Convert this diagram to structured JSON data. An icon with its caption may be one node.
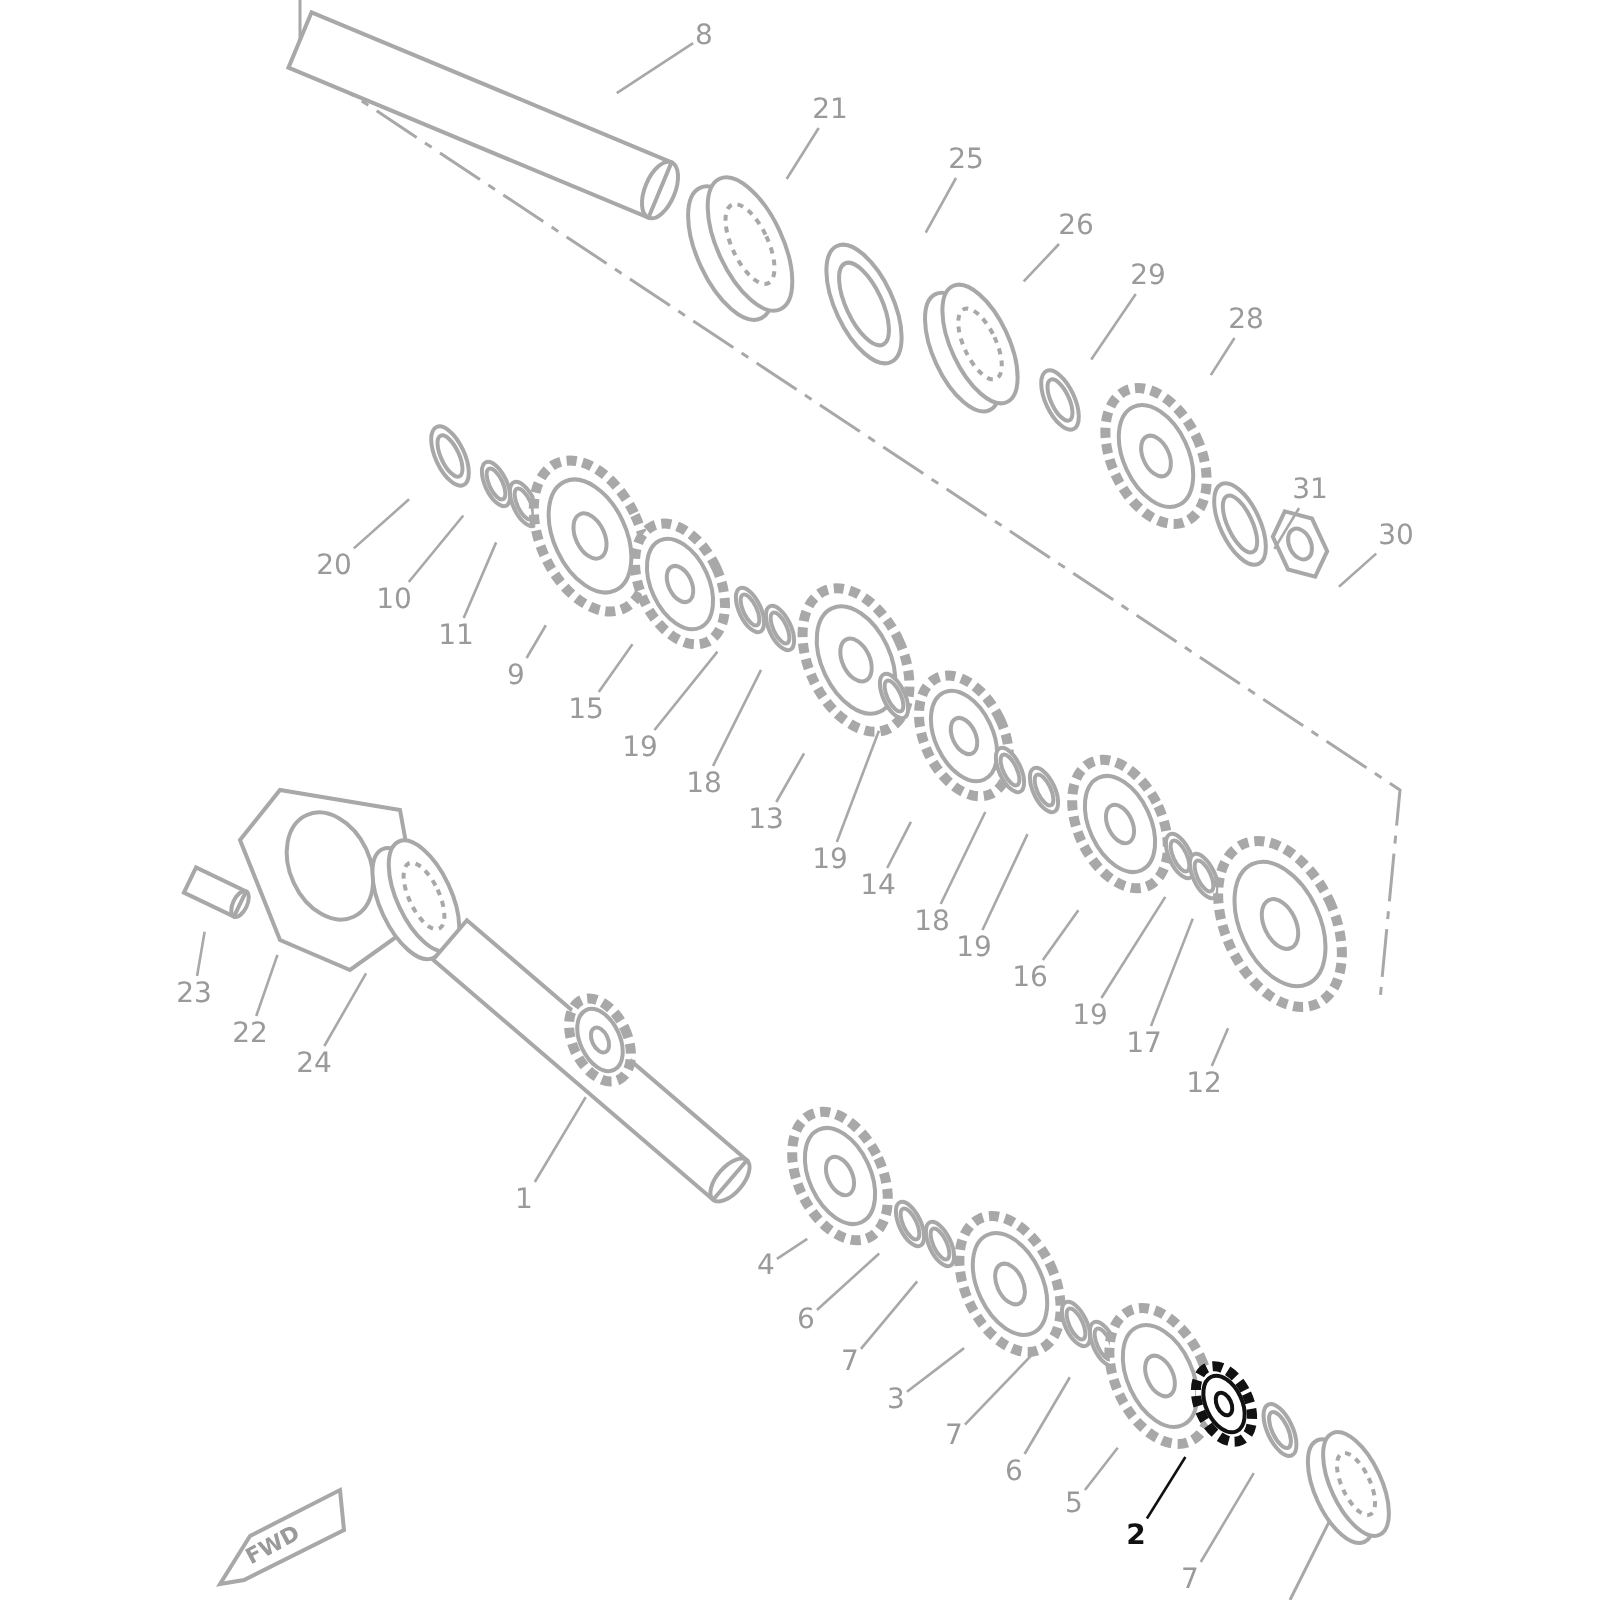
{
  "diagram": {
    "nodes": [
      {
        "text": [
          "8"
        ]
      },
      {
        "text": [
          "21"
        ]
      },
      {
        "text": [
          "25"
        ]
      },
      {
        "text": [
          "26"
        ]
      },
      {
        "text": [
          "29"
        ]
      },
      {
        "text": [
          "28"
        ]
      },
      {
        "text": [
          "31"
        ]
      },
      {
        "text": [
          "30"
        ]
      },
      {
        "text": [
          "20"
        ]
      },
      {
        "text": [
          "10"
        ]
      },
      {
        "text": [
          "11"
        ]
      },
      {
        "text": [
          "9"
        ]
      },
      {
        "text": [
          "15"
        ]
      },
      {
        "text": [
          "19"
        ]
      },
      {
        "text": [
          "18"
        ]
      },
      {
        "text": [
          "13"
        ]
      },
      {
        "text": [
          "19"
        ]
      },
      {
        "text": [
          "14"
        ]
      },
      {
        "text": [
          "18"
        ]
      },
      {
        "text": [
          "19"
        ]
      },
      {
        "text": [
          "16"
        ]
      },
      {
        "text": [
          "19"
        ]
      },
      {
        "text": [
          "17"
        ]
      },
      {
        "text": [
          "12"
        ]
      },
      {
        "text": [
          "23"
        ]
      },
      {
        "text": [
          "22"
        ]
      },
      {
        "text": [
          "24"
        ]
      },
      {
        "text": [
          "1"
        ]
      },
      {
        "text": [
          "4"
        ]
      },
      {
        "text": [
          "6"
        ]
      },
      {
        "text": [
          "7"
        ]
      },
      {
        "text": [
          "3"
        ]
      },
      {
        "text": [
          "7"
        ]
      },
      {
        "text": [
          "6"
        ]
      },
      {
        "text": [
          "5"
        ]
      },
      {
        "text": [
          "2"
        ]
      },
      {
        "text": [
          "7"
        ]
      }
    ],
    "edges": [
      {
        "from": 0,
        "to": null,
        "arrow": "none"
      },
      {
        "from": 1,
        "to": null,
        "arrow": "none"
      },
      {
        "from": 2,
        "to": null,
        "arrow": "none"
      },
      {
        "from": 3,
        "to": null,
        "arrow": "none"
      },
      {
        "from": 4,
        "to": null,
        "arrow": "none"
      },
      {
        "from": 5,
        "to": null,
        "arrow": "none"
      },
      {
        "from": 6,
        "to": null,
        "arrow": "none"
      },
      {
        "from": 7,
        "to": null,
        "arrow": "none"
      },
      {
        "from": 8,
        "to": null,
        "arrow": "none"
      },
      {
        "from": 9,
        "to": null,
        "arrow": "none"
      },
      {
        "from": 10,
        "to": null,
        "arrow": "none"
      },
      {
        "from": 11,
        "to": null,
        "arrow": "none"
      },
      {
        "from": 12,
        "to": null,
        "arrow": "none"
      },
      {
        "from": 13,
        "to": null,
        "arrow": "none"
      },
      {
        "from": 14,
        "to": null,
        "arrow": "none"
      },
      {
        "from": 15,
        "to": null,
        "arrow": "none"
      },
      {
        "from": 16,
        "to": null,
        "arrow": "none"
      },
      {
        "from": 17,
        "to": null,
        "arrow": "none"
      },
      {
        "from": 18,
        "to": null,
        "arrow": "none"
      },
      {
        "from": 19,
        "to": null,
        "arrow": "none"
      },
      {
        "from": 20,
        "to": null,
        "arrow": "none"
      },
      {
        "from": 21,
        "to": null,
        "arrow": "none"
      },
      {
        "from": 22,
        "to": null,
        "arrow": "none"
      },
      {
        "from": 23,
        "to": null,
        "arrow": "none"
      },
      {
        "from": 24,
        "to": null,
        "arrow": "none"
      },
      {
        "from": 25,
        "to": null,
        "arrow": "none"
      },
      {
        "from": 26,
        "to": null,
        "arrow": "none"
      },
      {
        "from": 27,
        "to": null,
        "arrow": "none"
      },
      {
        "from": 28,
        "to": null,
        "arrow": "none"
      },
      {
        "from": 29,
        "to": null,
        "arrow": "none"
      },
      {
        "from": 30,
        "to": null,
        "arrow": "none"
      },
      {
        "from": 31,
        "to": null,
        "arrow": "none"
      },
      {
        "from": 32,
        "to": null,
        "arrow": "none"
      },
      {
        "from": 33,
        "to": null,
        "arrow": "none"
      },
      {
        "from": 34,
        "to": null,
        "arrow": "none"
      },
      {
        "from": 35,
        "to": null,
        "arrow": "none",
        "color": "#111111"
      },
      {
        "from": 36,
        "to": null,
        "arrow": "none"
      }
    ],
    "labels": [
      "FWD"
    ]
  }
}
